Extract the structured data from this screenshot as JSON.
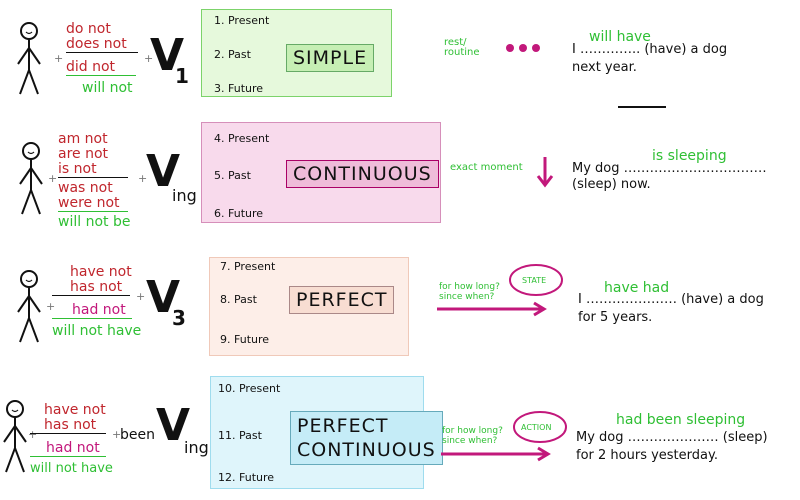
{
  "rows": {
    "simple": {
      "verbs": [
        "do not",
        "does not",
        "did not",
        "will not"
      ],
      "v_sub": "1",
      "items": [
        "1. Present",
        "2. Past",
        "3. Future"
      ],
      "label": "SIMPLE",
      "note": "rest/ routine",
      "answer": "will have",
      "sentence_line1": "I ………….. (have) a dog",
      "sentence_line2": "next year.",
      "colors": {
        "box_bg": "#e6f9dc",
        "box_border": "#7cd36a",
        "label_bg": "#c6efb4"
      }
    },
    "continuous": {
      "verbs": [
        "am not",
        "are not",
        "is not",
        "was not",
        "were not",
        "will not be"
      ],
      "v_sub": "ing",
      "items": [
        "4. Present",
        "5. Past",
        "6. Future"
      ],
      "label": "CONTINUOUS",
      "note": "exact moment",
      "answer": "is sleeping",
      "sentence_line1": "My dog ……………………………",
      "sentence_line2": "(sleep) now.",
      "colors": {
        "box_bg": "#f8daec",
        "box_border": "#d68fba",
        "label_bg": "#efbcd9"
      }
    },
    "perfect": {
      "verbs": [
        "have not",
        "has not",
        "had not",
        "will not have"
      ],
      "v_sub": "3",
      "items": [
        "7. Present",
        "8. Past",
        "9. Future"
      ],
      "label": "PERFECT",
      "note": "for how long? since when?",
      "circle": "STATE",
      "answer": "have had",
      "sentence_line1": "I ………………… (have) a dog",
      "sentence_line2": "for 5 years.",
      "colors": {
        "box_bg": "#fdeee8",
        "box_border": "#f0c9b9",
        "label_bg": "#f8ddd2"
      }
    },
    "perfect_continuous": {
      "verbs": [
        "have not",
        "has not",
        "had not",
        "will not have"
      ],
      "been": "been",
      "v_sub": "ing",
      "items": [
        "10. Present",
        "11. Past",
        "12. Future"
      ],
      "label_line1": "PERFECT",
      "label_line2": "CONTINUOUS",
      "note": "for how long? since when?",
      "circle": "ACTION",
      "answer": "had been sleeping",
      "sentence_line1": "My dog ………………… (sleep)",
      "sentence_line2": "for 2 hours yesterday.",
      "colors": {
        "box_bg": "#dff5fb",
        "box_border": "#9fdcee",
        "label_bg": "#c5ecf7"
      }
    }
  },
  "v_letter": "V",
  "plus": "+",
  "colors": {
    "red": "#c0262d",
    "green": "#2fbf34",
    "magenta": "#c2187b"
  }
}
